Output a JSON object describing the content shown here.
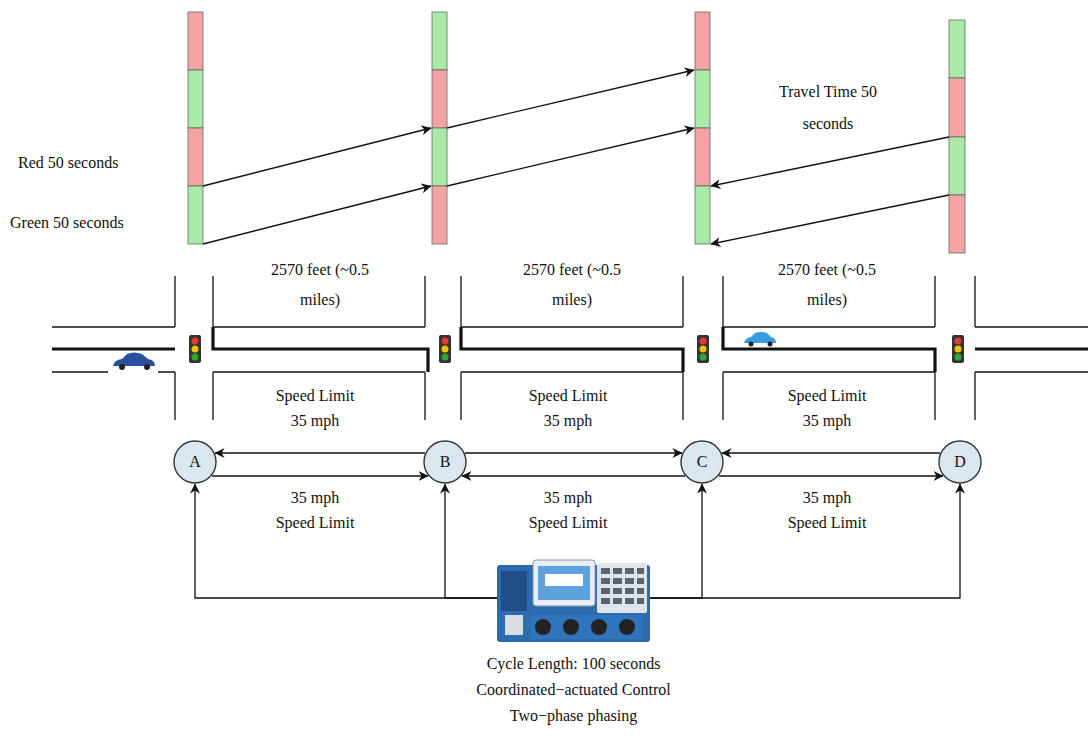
{
  "diagram": {
    "nodes": [
      {
        "text": [
          "A"
        ]
      },
      {
        "text": [
          "B"
        ]
      },
      {
        "text": [
          "C"
        ]
      },
      {
        "text": [
          "D"
        ]
      },
      {
        "text": [
          "Cycle Length: 100 seconds",
          "Coordinated−actuated Control",
          "Two−phase phasing"
        ]
      }
    ],
    "edges": [
      {
        "from": 4,
        "to": 0,
        "arrow": "to"
      },
      {
        "from": 4,
        "to": 1,
        "arrow": "to"
      },
      {
        "from": 4,
        "to": 2,
        "arrow": "to"
      },
      {
        "from": 4,
        "to": 3,
        "arrow": "to"
      },
      {
        "from": 1,
        "to": 0,
        "arrow": "to"
      },
      {
        "from": 0,
        "to": 1,
        "arrow": "to"
      },
      {
        "from": 1,
        "to": 2,
        "arrow": "to"
      },
      {
        "from": 2,
        "to": 1,
        "arrow": "to"
      },
      {
        "from": 3,
        "to": 2,
        "arrow": "to"
      },
      {
        "from": 2,
        "to": 3,
        "arrow": "to"
      }
    ],
    "labels": [
      "Red 50 seconds",
      "Green 50 seconds",
      "Travel Time 50 seconds",
      "2570 feet (~0.5 miles)",
      "2570 feet (~0.5 miles)",
      "2570 feet (~0.5 miles)",
      "Speed Limit 35 mph",
      "Speed Limit 35 mph",
      "Speed Limit 35 mph",
      "35 mph Speed Limit",
      "35 mph Speed Limit",
      "35 mph Speed Limit"
    ]
  }
}
